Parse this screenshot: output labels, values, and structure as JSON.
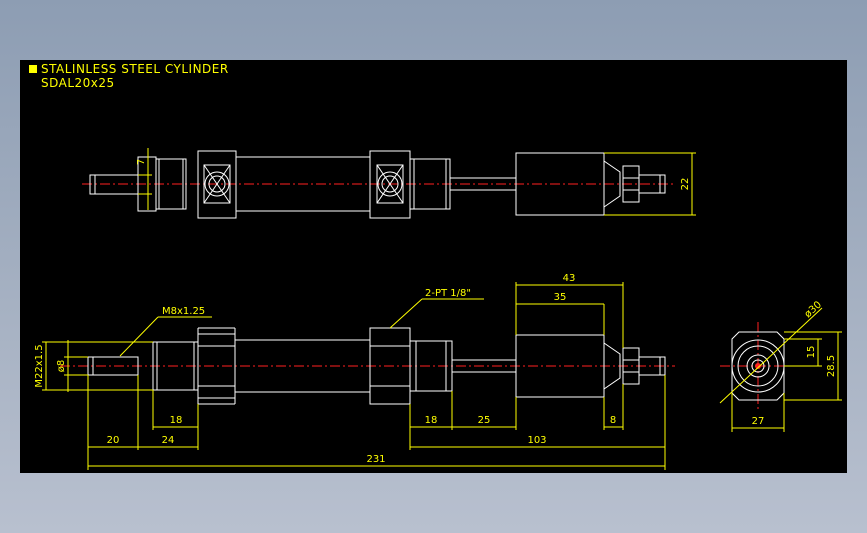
{
  "title": {
    "line1": "STALINLESS STEEL CYLINDER",
    "line2": "SDAL20x25"
  },
  "colors": {
    "background": "#000000",
    "outline": "#ffffff",
    "dimension": "#ffff00",
    "centerline": "#ff2020"
  },
  "dimensions": {
    "top_dia": "7",
    "top_height": "22",
    "thread_rod": "M8x1.25",
    "port": "2-PT 1/8\"",
    "d43": "43",
    "d35": "35",
    "mount_thread": "M22x1.5",
    "rod_dia": "ø8",
    "d18_left": "18",
    "d20": "20",
    "d24": "24",
    "d18_right": "18",
    "d25": "25",
    "d8": "8",
    "d103": "103",
    "d231": "231",
    "end_dia": "ø30",
    "d15": "15",
    "d28_5": "28.5",
    "d27": "27"
  }
}
